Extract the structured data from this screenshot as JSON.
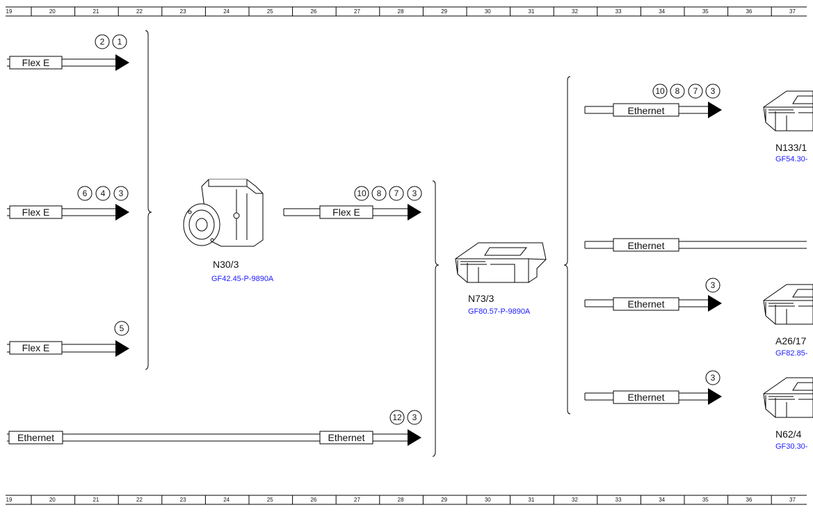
{
  "ruler": {
    "numbers": [
      "19",
      "20",
      "21",
      "22",
      "23",
      "24",
      "25",
      "26",
      "27",
      "28",
      "29",
      "30",
      "31",
      "32",
      "33",
      "34",
      "35",
      "36",
      "37"
    ]
  },
  "labels": {
    "flex_e": "Flex E",
    "ethernet": "Ethernet"
  },
  "components": [
    {
      "id": "N30/3",
      "ref": "GF42.45-P-9890A"
    },
    {
      "id": "N73/3",
      "ref": "GF80.57-P-9890A"
    },
    {
      "id": "N133/1",
      "ref": "GF54.30-"
    },
    {
      "id": "A26/17",
      "ref": "GF82.85-"
    },
    {
      "id": "N62/4",
      "ref": "GF30.30-"
    }
  ],
  "callouts": {
    "left_flex_1": [
      "2",
      "1"
    ],
    "left_flex_2": [
      "6",
      "4",
      "3"
    ],
    "left_flex_3": [
      "5"
    ],
    "left_eth": [
      "12",
      "3"
    ],
    "mid_flex": [
      "10",
      "8",
      "7",
      "3"
    ],
    "right_eth_1": [
      "10",
      "8",
      "7",
      "3"
    ],
    "right_eth_3": [
      "3"
    ],
    "right_eth_4": [
      "3"
    ]
  }
}
